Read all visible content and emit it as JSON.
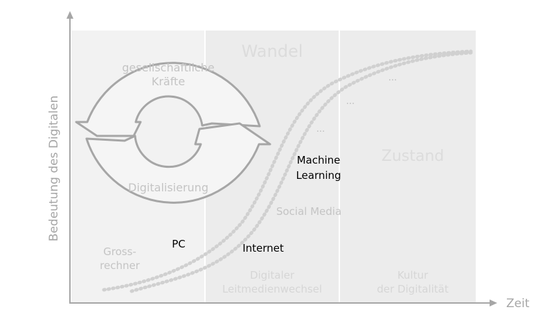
{
  "axes": {
    "y_label": "Bedeutung des Digitalen",
    "x_label": "Zeit"
  },
  "phases": {
    "phase1": "",
    "phase2_title": "Wandel",
    "phase2_caption_line1": "Digitaler",
    "phase2_caption_line2": "Leitmedienwechsel",
    "phase3_title": "Zustand",
    "phase3_caption_line1": "Kultur",
    "phase3_caption_line2": "der Digitalität"
  },
  "cycle": {
    "top_line1": "gesellschaftliche",
    "top_line2": "Kräfte",
    "bottom": "Digitalisierung"
  },
  "milestones": {
    "grossrechner_line1": "Gross-",
    "grossrechner_line2": "rechner",
    "pc": "PC",
    "internet": "Internet",
    "social_media": "Social Media",
    "machine_learning_line1": "Machine",
    "machine_learning_line2": "Learning",
    "ellipsis1": "...",
    "ellipsis2": "...",
    "ellipsis3": "..."
  },
  "colors": {
    "axis": "#a6a6a6",
    "band": "#f2f2f2",
    "phase_text": "#d9d9d9",
    "cycle": "#a6a6a6",
    "emphasis_text": "#000000",
    "muted_text": "#bfbfbf",
    "dotted_curve": "#d0d0d0"
  }
}
